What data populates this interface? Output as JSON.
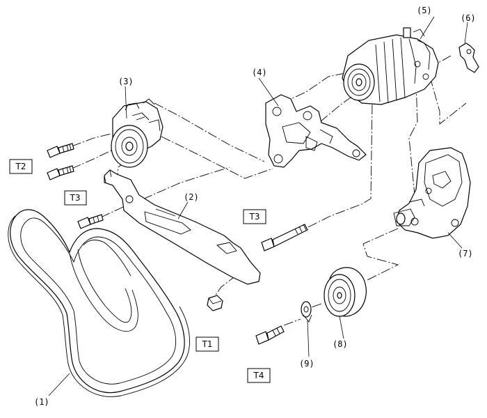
{
  "callouts": {
    "c1": "(1)",
    "c2": "(2)",
    "c3": "(3)",
    "c4": "(4)",
    "c5": "(5)",
    "c6": "(6)",
    "c7": "(7)",
    "c8": "(8)",
    "c9": "(9)"
  },
  "torque_labels": {
    "t1": "T1",
    "t2": "T2",
    "t3a": "T3",
    "t3b": "T3",
    "t4": "T4"
  }
}
